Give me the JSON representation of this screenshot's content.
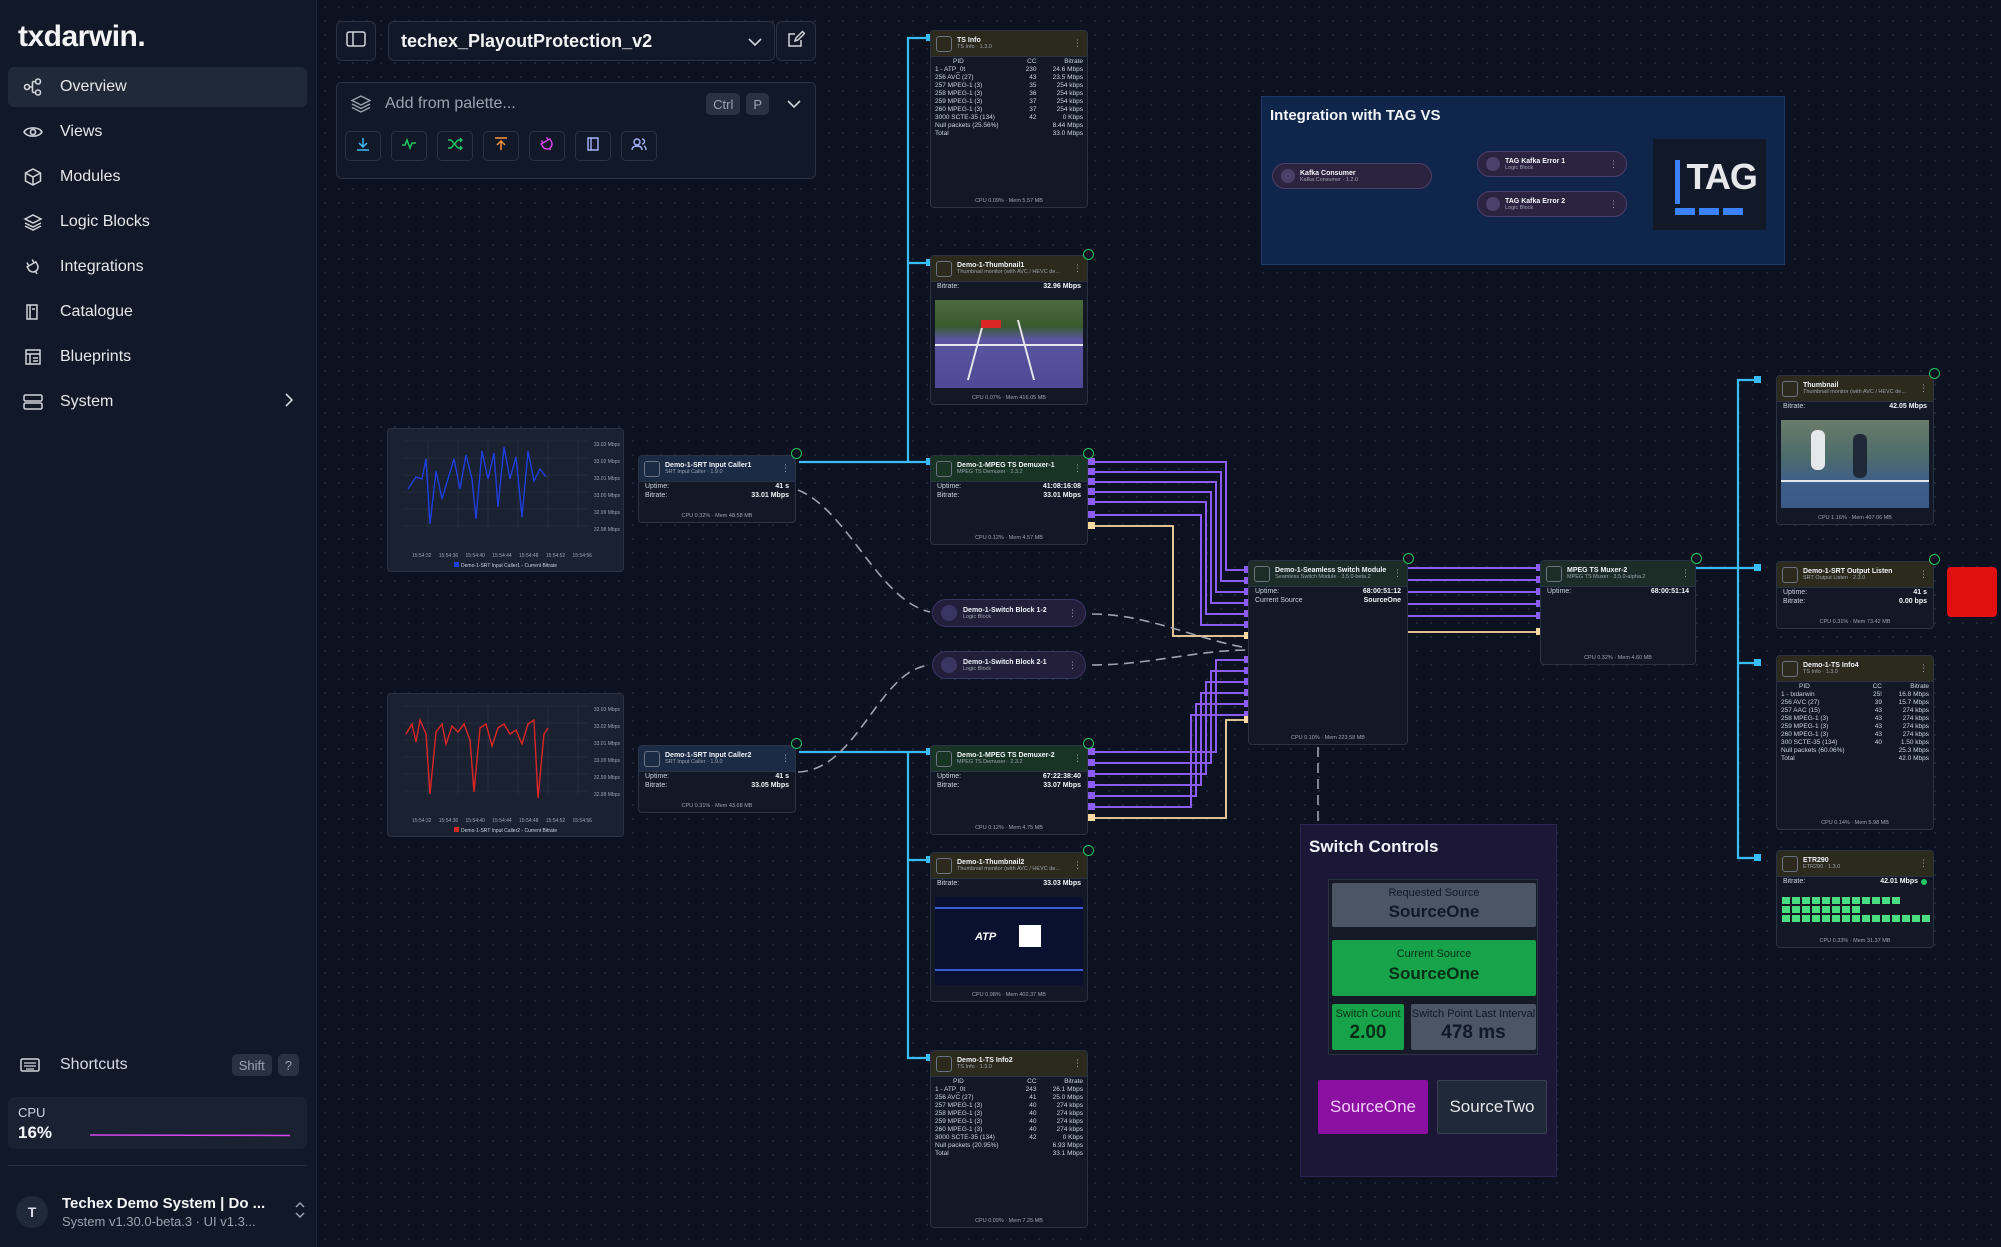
{
  "app": {
    "logo": "txdarwin",
    "logo_dot": "."
  },
  "sidebar": {
    "items": [
      {
        "label": "Overview",
        "icon": "overview-icon"
      },
      {
        "label": "Views",
        "icon": "eye-icon"
      },
      {
        "label": "Modules",
        "icon": "cube-icon"
      },
      {
        "label": "Logic Blocks",
        "icon": "blocks-icon"
      },
      {
        "label": "Integrations",
        "icon": "plug-icon"
      },
      {
        "label": "Catalogue",
        "icon": "book-icon"
      },
      {
        "label": "Blueprints",
        "icon": "blueprint-icon"
      },
      {
        "label": "System",
        "icon": "server-icon"
      }
    ],
    "shortcuts": {
      "label": "Shortcuts",
      "key1": "Shift",
      "key2": "?"
    },
    "cpu": {
      "label": "CPU",
      "value": "16%"
    },
    "system": {
      "avatar": "T",
      "name": "Techex Demo System | Do ...",
      "version": "System v1.30.0-beta.3 · UI v1.3..."
    }
  },
  "toolbar": {
    "flow_name": "techex_PlayoutProtection_v2",
    "palette_placeholder": "Add from palette...",
    "palette_key1": "Ctrl",
    "palette_key2": "P"
  },
  "colors": {
    "accent_blue": "#38bdf8",
    "purple_wire": "#8b5cf6",
    "orange_wire": "#fcd9a0",
    "green": "#16a34a",
    "magenta": "#8b0fa0"
  },
  "nodes": {
    "ts_info": {
      "title": "TS Info",
      "sub": "TS Info · 1.3.0",
      "hdr_pid": "PID",
      "hdr_cc": "CC",
      "hdr_bitrate": "Bitrate",
      "rows": [
        {
          "pid": "1 - ATP_0t",
          "cc": "230",
          "br": "24.6 Mbps"
        },
        {
          "pid": "256  AVC (27)",
          "cc": "43",
          "br": "23.5 Mbps"
        },
        {
          "pid": "257  MPEG-1 (3)",
          "cc": "35",
          "br": "254 kbps"
        },
        {
          "pid": "258  MPEG-1 (3)",
          "cc": "36",
          "br": "254 kbps"
        },
        {
          "pid": "259  MPEG-1 (3)",
          "cc": "37",
          "br": "254 kbps"
        },
        {
          "pid": "260  MPEG-1 (3)",
          "cc": "37",
          "br": "254 kbps"
        },
        {
          "pid": "3000  SCTE-35 (134)",
          "cc": "42",
          "br": "0   Kbps"
        }
      ],
      "null_label": "Null packets (25.56%)",
      "null_val": "8.44 Mbps",
      "total_label": "Total",
      "total_val": "33.0 Mbps",
      "foot": "CPU 0.09% · Mem 5.57 MB"
    },
    "thumb1": {
      "title": "Demo-1-Thumbnail1",
      "sub": "Thumbnail monitor (with AVC / HEVC de...",
      "bitrate_label": "Bitrate:",
      "bitrate": "32.96 Mbps",
      "foot": "CPU 0.07% · Mem 416.05 MB"
    },
    "srt1": {
      "title": "Demo-1-SRT Input Caller1",
      "sub": "SRT Input Caller · 1.9.0",
      "uptime_label": "Uptime:",
      "uptime": "41 s",
      "bitrate_label": "Bitrate:",
      "bitrate": "33.01 Mbps",
      "foot": "CPU 0.32% · Mem 48.58 MB"
    },
    "demux1": {
      "title": "Demo-1-MPEG TS Demuxer-1",
      "sub": "MPEG TS Demuxer · 2.3.2",
      "uptime_label": "Uptime:",
      "uptime": "41:08:16:08",
      "bitrate_label": "Bitrate:",
      "bitrate": "33.01 Mbps",
      "foot": "CPU 0.12% · Mem 4.57 MB"
    },
    "logic12": {
      "title": "Demo-1-Switch Block 1-2",
      "sub": "Logic Block"
    },
    "logic21": {
      "title": "Demo-1-Switch Block 2-1",
      "sub": "Logic Block"
    },
    "srt2": {
      "title": "Demo-1-SRT Input Caller2",
      "sub": "SRT Input Caller · 1.9.0",
      "uptime_label": "Uptime:",
      "uptime": "41 s",
      "bitrate_label": "Bitrate:",
      "bitrate": "33.05 Mbps",
      "foot": "CPU 0.31% · Mem 43.68 MB"
    },
    "demux2": {
      "title": "Demo-1-MPEG TS Demuxer-2",
      "sub": "MPEG TS Demuxer · 2.3.2",
      "uptime_label": "Uptime:",
      "uptime": "67:22:38:40",
      "bitrate_label": "Bitrate:",
      "bitrate": "33.07 Mbps",
      "foot": "CPU 0.12% · Mem 4.75 MB"
    },
    "thumb2": {
      "title": "Demo-1-Thumbnail2",
      "sub": "Thumbnail monitor (with AVC / HEVC de...",
      "bitrate_label": "Bitrate:",
      "bitrate": "33.03 Mbps",
      "foot": "CPU 0.98% · Mem 402.37 MB"
    },
    "tsinfo2": {
      "title": "Demo-1-TS Info2",
      "sub": "TS Info · 1.3.0",
      "hdr_pid": "PID",
      "hdr_cc": "CC",
      "hdr_bitrate": "Bitrate",
      "rows": [
        {
          "pid": "1 - ATP_0t",
          "cc": "243",
          "br": "26.1 Mbps"
        },
        {
          "pid": "256  AVC (27)",
          "cc": "41",
          "br": "25.0 Mbps"
        },
        {
          "pid": "257  MPEG-1 (3)",
          "cc": "40",
          "br": "274 kbps"
        },
        {
          "pid": "258  MPEG-1 (3)",
          "cc": "40",
          "br": "274 kbps"
        },
        {
          "pid": "259  MPEG-1 (3)",
          "cc": "40",
          "br": "274 kbps"
        },
        {
          "pid": "260  MPEG-1 (3)",
          "cc": "40",
          "br": "274 kbps"
        },
        {
          "pid": "3000  SCTE-35 (134)",
          "cc": "42",
          "br": "0   Kbps"
        }
      ],
      "null_label": "Null packets (20.95%)",
      "null_val": "6.93 Mbps",
      "total_label": "Total",
      "total_val": "33.1 Mbps",
      "foot": "CPU 0.09% · Mem 7.25 MB"
    },
    "switch": {
      "title": "Demo-1-Seamless Switch Module",
      "sub": "Seamless Switch Module · 3.5.0-beta.2",
      "uptime_label": "Uptime:",
      "uptime": "68:00:51:12",
      "source_label": "Current Source",
      "source": "SourceOne",
      "foot": "CPU 0.10% · Mem 223.58 MB"
    },
    "muxer": {
      "title": "MPEG TS Muxer-2",
      "sub": "MPEG TS Muxer · 3.5.0-alpha.2",
      "uptime_label": "Uptime:",
      "uptime": "68:00:51:14",
      "foot": "CPU 0.32% · Mem 4.60 MB"
    },
    "thumb3": {
      "title": "Thumbnail",
      "sub": "Thumbnail monitor (with AVC / HEVC de...",
      "bitrate_label": "Bitrate:",
      "bitrate": "42.05 Mbps",
      "foot": "CPU 1.16% · Mem 407.06 MB"
    },
    "srtout": {
      "title": "Demo-1-SRT Output Listen",
      "sub": "SRT Output Listen · 2.3.0",
      "uptime_label": "Uptime:",
      "uptime": "41 s",
      "bitrate_label": "Bitrate:",
      "bitrate": "0.00 bps",
      "foot": "CPU 0.31% · Mem 73.42 MB"
    },
    "tsinfo4": {
      "title": "Demo-1-TS Info4",
      "sub": "TS Info · 1.3.0",
      "hdr_pid": "PID",
      "hdr_cc": "CC",
      "hdr_bitrate": "Bitrate",
      "rows": [
        {
          "pid": "1 - txdarwin",
          "cc": "25!",
          "br": "16.8 Mbps"
        },
        {
          "pid": "256  AVC (27)",
          "cc": "39",
          "br": "15.7 Mbps"
        },
        {
          "pid": "257  AAC (15)",
          "cc": "43",
          "br": "274  kbps"
        },
        {
          "pid": "258  MPEG-1 (3)",
          "cc": "43",
          "br": "274  kbps"
        },
        {
          "pid": "259  MPEG-1 (3)",
          "cc": "43",
          "br": "274  kbps"
        },
        {
          "pid": "260  MPEG-1 (3)",
          "cc": "43",
          "br": "274  kbps"
        },
        {
          "pid": "300  SCTE-35 (134)",
          "cc": "40",
          "br": "1.50 kbps"
        }
      ],
      "null_label": "Null packets (60.06%)",
      "null_val": "25.3 Mbps",
      "total_label": "Total",
      "total_val": "42.0 Mbps",
      "foot": "CPU 0.14% · Mem 5.98 MB"
    },
    "etr290": {
      "title": "ETR290",
      "sub": "ETR290 · 1.3.0",
      "bitrate_label": "Bitrate:",
      "bitrate": "42.01 Mbps",
      "foot": "CPU 0.33% · Mem 31.37 MB"
    }
  },
  "charts": {
    "chart1": {
      "legend": "Demo-1-SRT Input Caller1 - Current Bitrate",
      "yticks": [
        "33.03 Mbps",
        "33.02 Mbps",
        "33.01 Mbps",
        "33.00 Mbps",
        "32.99 Mbps",
        "32.98 Mbps"
      ],
      "xticks": [
        "15:54:32",
        "15:54:36",
        "15:54:40",
        "15:54:44",
        "15:54:48",
        "15:54:52",
        "15:54:56"
      ]
    },
    "chart2": {
      "legend": "Demo-1-SRT Input Caller2 - Current Bitrate",
      "yticks": [
        "33.03 Mbps",
        "33.02 Mbps",
        "33.01 Mbps",
        "33.00 Mbps",
        "32.99 Mbps",
        "32.98 Mbps"
      ],
      "xticks": [
        "15:54:32",
        "15:54:36",
        "15:54:40",
        "15:54:44",
        "15:54:48",
        "15:54:52",
        "15:54:56"
      ]
    }
  },
  "integration": {
    "title": "Integration with TAG VS",
    "consumer": {
      "title": "Kafka Consumer",
      "sub": "Kafka Consumer · 1.2.0"
    },
    "err1": {
      "title": "TAG Kafka Error 1",
      "sub": "Logic Block"
    },
    "err2": {
      "title": "TAG Kafka Error 2",
      "sub": "Logic Block"
    },
    "logo_text": "TAG"
  },
  "switch_controls": {
    "title": "Switch Controls",
    "requested_label": "Requested Source",
    "requested_value": "SourceOne",
    "current_label": "Current Source",
    "current_value": "SourceOne",
    "count_label": "Switch Count",
    "count_value": "2.00",
    "interval_label": "Switch Point Last Interval",
    "interval_value": "478 ms",
    "btn_one": "SourceOne",
    "btn_two": "SourceTwo"
  }
}
